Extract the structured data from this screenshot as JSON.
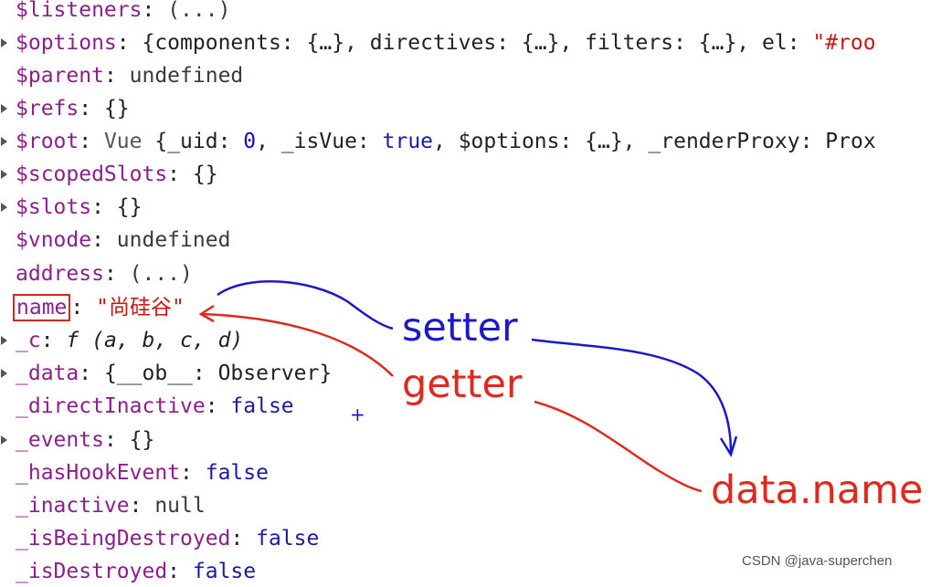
{
  "rows": [
    {
      "key": "$listeners",
      "sep": ": ",
      "value": "(...)",
      "expandable": false
    },
    {
      "key": "$options",
      "sep": ": ",
      "value": "{components: {…}, directives: {…}, filters: {…}, el: ",
      "value_str": "\"#roo",
      "expandable": true
    },
    {
      "key": "$parent",
      "sep": ": ",
      "value": "undefined",
      "expandable": false
    },
    {
      "key": "$refs",
      "sep": ": ",
      "value": "{}",
      "expandable": true
    },
    {
      "key": "$root",
      "sep": ": ",
      "value_cls": "Vue",
      "value_a": " {_uid: ",
      "value_num": "0",
      "value_b": ", _isVue: ",
      "value_kw": "true",
      "value_c": ", $options: {…}, _renderProxy: Prox",
      "expandable": true
    },
    {
      "key": "$scopedSlots",
      "sep": ": ",
      "value": "{}",
      "expandable": true
    },
    {
      "key": "$slots",
      "sep": ": ",
      "value": "{}",
      "expandable": true
    },
    {
      "key": "$vnode",
      "sep": ": ",
      "value": "undefined",
      "expandable": false
    },
    {
      "key": "address",
      "sep": ": ",
      "value": "(...)",
      "expandable": false
    },
    {
      "key": "name",
      "sep": ": ",
      "value_str": "\"尚硅谷\"",
      "expandable": false
    },
    {
      "key": "_c",
      "sep": ": ",
      "value_ital": "f (a, b, c, d)",
      "expandable": true
    },
    {
      "key": "_data",
      "sep": ": ",
      "value": "{__ob__: Observer}",
      "expandable": true
    },
    {
      "key": "_directInactive",
      "sep": ": ",
      "value_kw": "false",
      "expandable": false
    },
    {
      "key": "_events",
      "sep": ": ",
      "value": "{}",
      "expandable": true
    },
    {
      "key": "_hasHookEvent",
      "sep": ": ",
      "value_kw": "false",
      "expandable": false
    },
    {
      "key": "_inactive",
      "sep": ": ",
      "value": "null",
      "expandable": false
    },
    {
      "key": "_isBeingDestroyed",
      "sep": ": ",
      "value_kw": "false",
      "expandable": false
    },
    {
      "key": "_isDestroyed",
      "sep": ": ",
      "value_kw": "false",
      "expandable": false
    }
  ],
  "annotations": {
    "setter": "setter",
    "getter": "getter",
    "data_name": "data.name",
    "plus": "+"
  },
  "colors": {
    "setter": "#1a1ac8",
    "getter": "#e0291c",
    "box": "#d0281e"
  },
  "watermark": "CSDN @java-superchen"
}
